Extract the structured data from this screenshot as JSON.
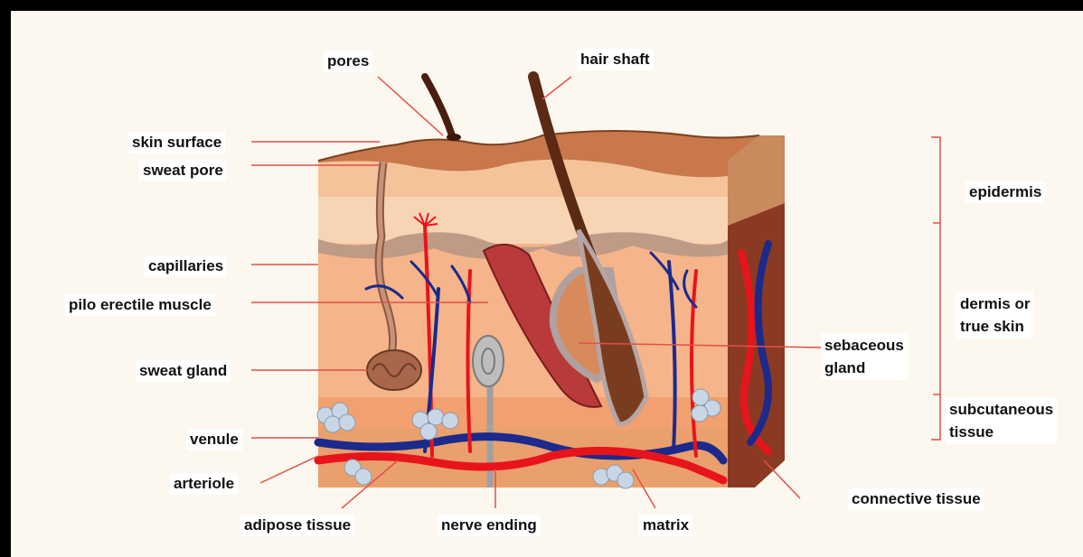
{
  "labels": {
    "pores": "pores",
    "hair_shaft": "hair shaft",
    "skin_surface": "skin surface",
    "sweat_pore": "sweat pore",
    "capillaries": "capillaries",
    "pilo_erectile_muscle": "pilo erectile muscle",
    "sweat_gland": "sweat gland",
    "venule": "venule",
    "arteriole": "arteriole",
    "adipose_tissue": "adipose tissue",
    "nerve_ending": "nerve ending",
    "matrix": "matrix",
    "epidermis": "epidermis",
    "dermis": "dermis or\ntrue skin",
    "sebaceous_gland": "sebaceous\ngland",
    "subcutaneous": "subcutaneous\ntissue",
    "connective_tissue": "connective tissue"
  },
  "colors": {
    "background": "#fdf8ef",
    "leader_line": "#e0504a",
    "artery": "#e8141c",
    "vein": "#1b2a8c",
    "dermis": "#f5b48a",
    "subcutaneous": "#f2a878",
    "epidermis_top": "#c77a4a",
    "side_panel": "#8a3a22",
    "hair": "#5a2a14"
  }
}
